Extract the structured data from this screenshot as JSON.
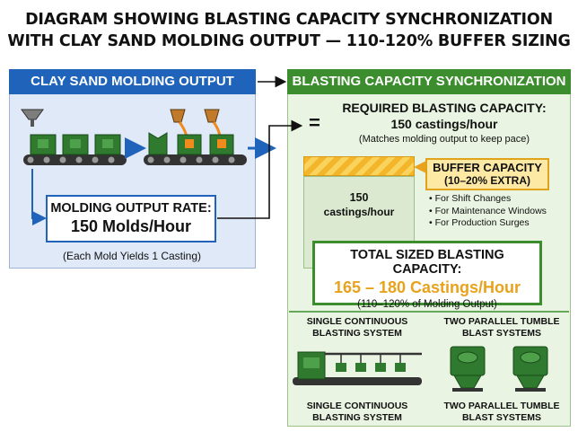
{
  "title": {
    "line1": "DIAGRAM SHOWING BLASTING CAPACITY SYNCHRONIZATION",
    "line2": "WITH CLAY SAND MOLDING OUTPUT — 110-120% BUFFER SIZING"
  },
  "left": {
    "header": "CLAY SAND MOLDING OUTPUT",
    "rate_label": "MOLDING OUTPUT RATE:",
    "rate_value": "150 Molds/Hour",
    "note": "(Each Mold Yields 1 Casting)"
  },
  "right": {
    "header": "BLASTING CAPACITY SYNCHRONIZATION",
    "equals": "=",
    "required_label": "REQUIRED BLASTING CAPACITY:",
    "required_value": "150 castings/hour",
    "required_note": "(Matches molding output to keep pace)",
    "base_value": "150",
    "base_unit": "castings/hour",
    "buffer_title": "BUFFER CAPACITY",
    "buffer_range": "(10–20% EXTRA)",
    "buffer_reasons": [
      "• For Shift Changes",
      "• For Maintenance Windows",
      "• For Production Surges"
    ],
    "total_label": "TOTAL SIZED BLASTING CAPACITY:",
    "total_value": "165 – 180 Castings/Hour",
    "total_note": "(110–120% of Molding Output)",
    "single_label": [
      "SINGLE CONTINUOUS",
      "BLASTING SYSTEM"
    ],
    "parallel_label": [
      "TWO PARALLEL TUMBLE",
      "BLAST SYSTEMS"
    ]
  },
  "colors": {
    "blue": "#1f64ba",
    "green": "#3b8d2d",
    "orange": "#e8a21b",
    "machine_green": "#2f7a2e"
  }
}
